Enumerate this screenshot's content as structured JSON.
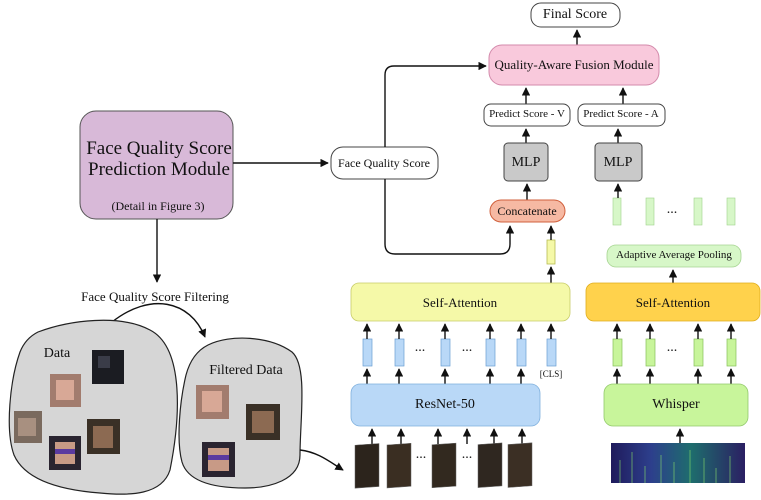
{
  "face_module": {
    "title_line1": "Face Quality Score",
    "title_line2": "Prediction Module",
    "detail": "(Detail in Figure 3)"
  },
  "filtering_label": "Face Quality Score Filtering",
  "data_blob_label": "Data",
  "filtered_blob_label": "Filtered Data",
  "face_quality_score": "Face Quality Score",
  "final_score": "Final Score",
  "fusion_module": "Quality-Aware Fusion Module",
  "predict_v": "Predict Score - V",
  "predict_a": "Predict Score - A",
  "mlp_v": "MLP",
  "mlp_a": "MLP",
  "concatenate": "Concatenate",
  "self_attention_v": "Self-Attention",
  "self_attention_a": "Self-Attention",
  "adaptive_pooling": "Adaptive Average Pooling",
  "resnet": "ResNet-50",
  "whisper": "Whisper",
  "cls": "[CLS]",
  "ellipsis": "...",
  "colors": {
    "face_module": "#d8b9d8",
    "fusion": "#f9c9dc",
    "concat": "#f6b9a3",
    "self_attn_v": "#f5f9a8",
    "self_attn_a": "#ffd24c",
    "resnet": "#b9d8f7",
    "whisper": "#c8f59b",
    "pooling": "#d7f7c8",
    "mlp": "#c9c9c9",
    "blob": "#d6d6d6"
  }
}
